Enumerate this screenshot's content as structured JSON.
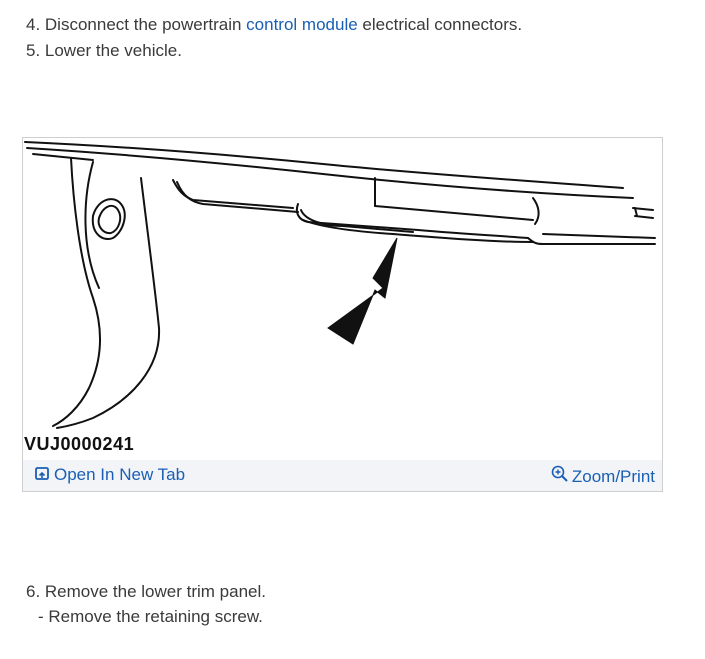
{
  "steps": {
    "step4_prefix": "4. Disconnect the powertrain ",
    "step4_link": "control module",
    "step4_suffix": " electrical connectors.",
    "step5": "5. Lower the vehicle.",
    "step6": "6. Remove the lower trim panel.",
    "step6_sub": "- Remove the retaining screw."
  },
  "figure": {
    "caption": "VUJ0000241",
    "open_tab_label": "Open In New Tab",
    "zoom_print_label": "Zoom/Print",
    "open_tab_icon": "external-tab-icon",
    "zoom_icon": "zoom-in-icon"
  },
  "colors": {
    "link": "#1a5fb4",
    "toolbar_bg": "#f2f4f7",
    "text": "#3a3a3a"
  }
}
